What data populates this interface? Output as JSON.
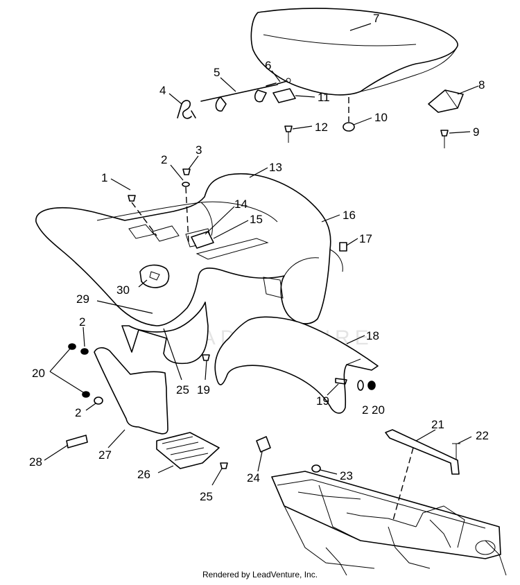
{
  "watermark": "LEADVENTURE",
  "footer": "Rendered by LeadVenture, Inc.",
  "callouts": {
    "c1": "1",
    "c2a": "2",
    "c3": "3",
    "c4": "4",
    "c5": "5",
    "c6": "6",
    "c7": "7",
    "c8": "8",
    "c9": "9",
    "c10": "10",
    "c11": "11",
    "c12": "12",
    "c13": "13",
    "c14": "14",
    "c15": "15",
    "c16": "16",
    "c17": "17",
    "c18": "18",
    "c19a": "19",
    "c19b": "19",
    "c2b": "2",
    "c20a": "20",
    "c2c": "2",
    "c2d": "2",
    "c20b": "20",
    "c21": "21",
    "c22": "22",
    "c23": "23",
    "c24": "24",
    "c25a": "25",
    "c25b": "25",
    "c26": "26",
    "c27": "27",
    "c28": "28",
    "c29": "29",
    "c30": "30"
  }
}
